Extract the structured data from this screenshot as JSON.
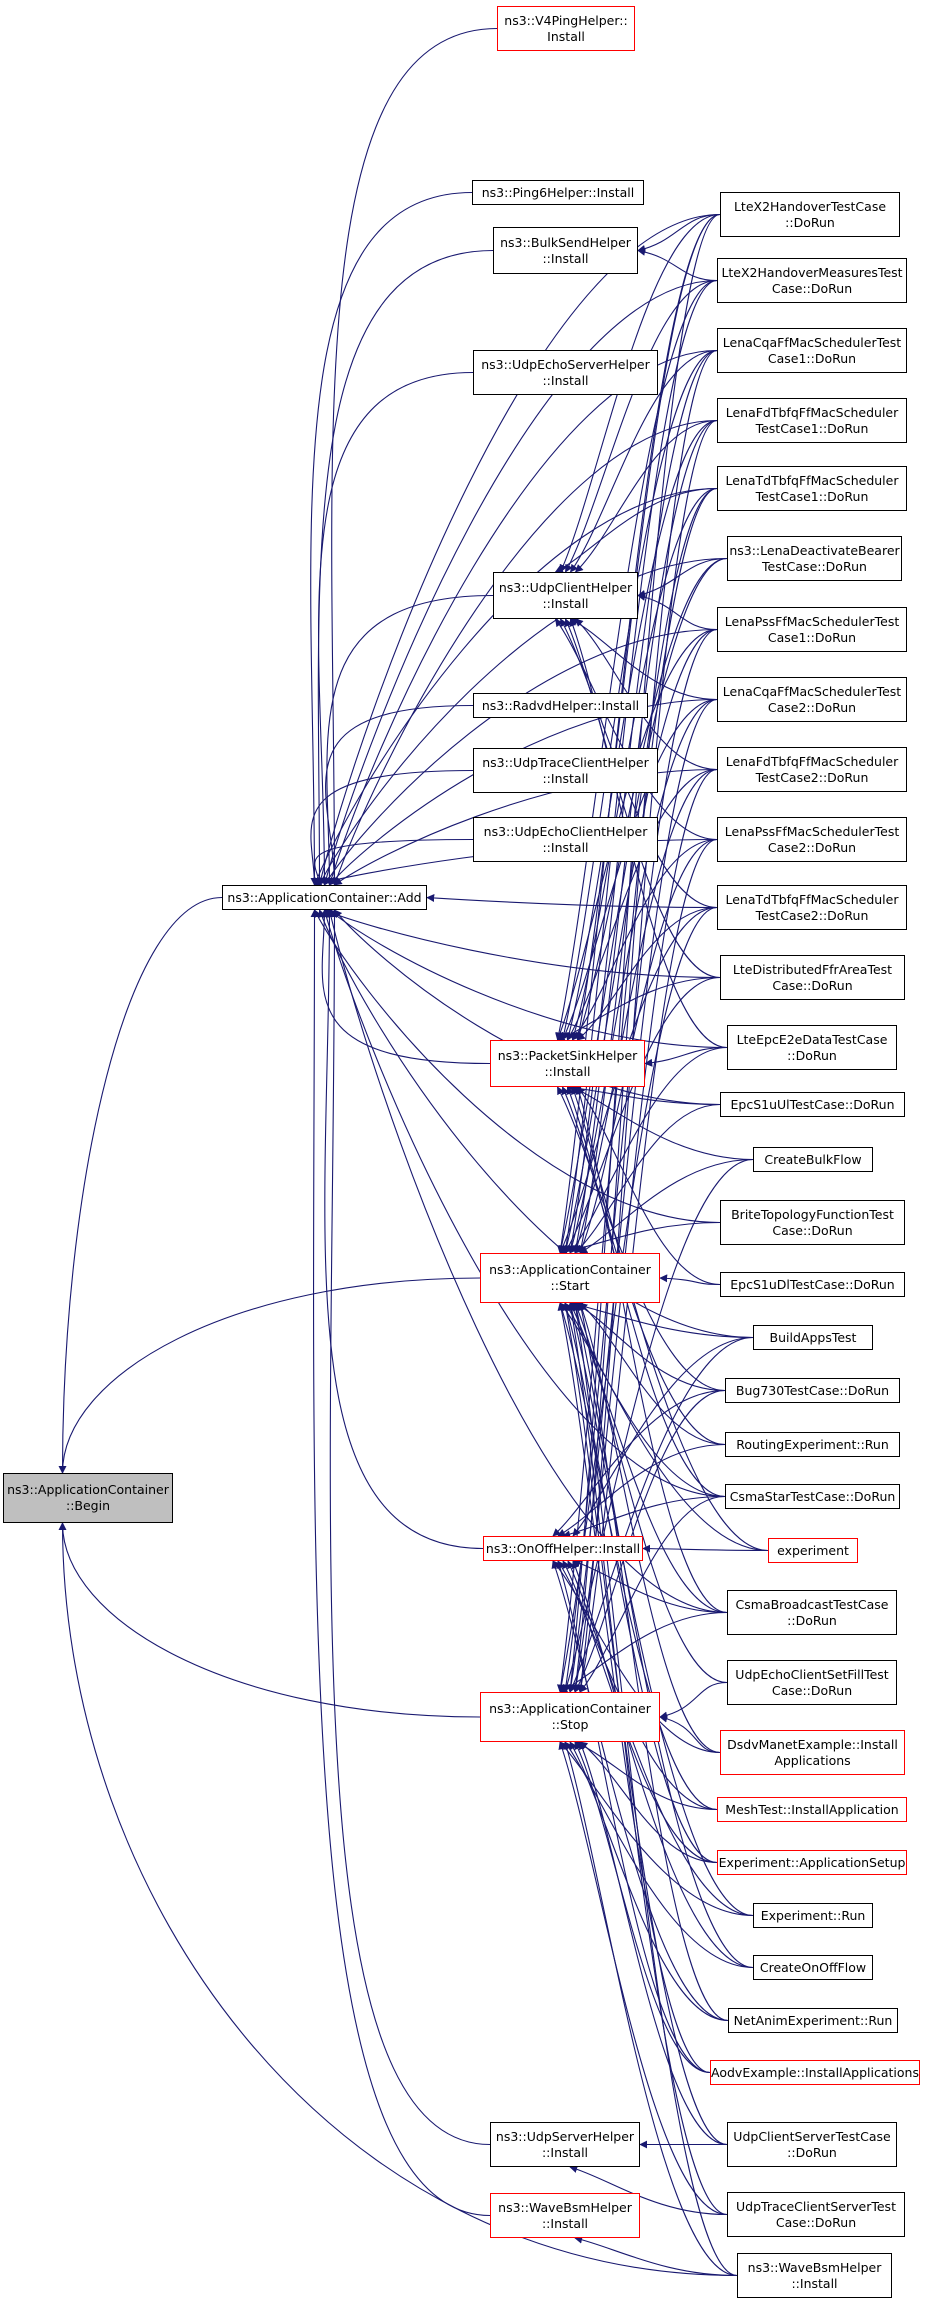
{
  "graph": {
    "colors": {
      "edge": "#191970",
      "node_border": "#000000",
      "link_border": "#ff0000",
      "current_fill": "#bfbfbf"
    },
    "nodes": [
      {
        "id": "begin",
        "label": "ns3::ApplicationContainer\n::Begin"
      },
      {
        "id": "add",
        "label": "ns3::ApplicationContainer::Add"
      },
      {
        "id": "start",
        "label": "ns3::ApplicationContainer\n::Start"
      },
      {
        "id": "stop",
        "label": "ns3::ApplicationContainer\n::Stop"
      },
      {
        "id": "v4ping",
        "label": "ns3::V4PingHelper::\nInstall"
      },
      {
        "id": "ping6",
        "label": "ns3::Ping6Helper::Install"
      },
      {
        "id": "bulksend",
        "label": "ns3::BulkSendHelper\n::Install"
      },
      {
        "id": "udpechoserver",
        "label": "ns3::UdpEchoServerHelper\n::Install"
      },
      {
        "id": "udpclient",
        "label": "ns3::UdpClientHelper\n::Install"
      },
      {
        "id": "radvd",
        "label": "ns3::RadvdHelper::Install"
      },
      {
        "id": "udptraceclient",
        "label": "ns3::UdpTraceClientHelper\n::Install"
      },
      {
        "id": "udpechoclient",
        "label": "ns3::UdpEchoClientHelper\n::Install"
      },
      {
        "id": "packetsink",
        "label": "ns3::PacketSinkHelper\n::Install"
      },
      {
        "id": "onoff",
        "label": "ns3::OnOffHelper::Install"
      },
      {
        "id": "udpserver",
        "label": "ns3::UdpServerHelper\n::Install"
      },
      {
        "id": "wavebsm",
        "label": "ns3::WaveBsmHelper\n::Install"
      },
      {
        "id": "ltex2ho",
        "label": "LteX2HandoverTestCase\n::DoRun"
      },
      {
        "id": "ltex2hom",
        "label": "LteX2HandoverMeasuresTest\nCase::DoRun"
      },
      {
        "id": "cqa1",
        "label": "LenaCqaFfMacSchedulerTest\nCase1::DoRun"
      },
      {
        "id": "fdtbfq1",
        "label": "LenaFdTbfqFfMacScheduler\nTestCase1::DoRun"
      },
      {
        "id": "tdtbfq1",
        "label": "LenaTdTbfqFfMacScheduler\nTestCase1::DoRun"
      },
      {
        "id": "deactivate",
        "label": "ns3::LenaDeactivateBearer\nTestCase::DoRun"
      },
      {
        "id": "pss1",
        "label": "LenaPssFfMacSchedulerTest\nCase1::DoRun"
      },
      {
        "id": "cqa2",
        "label": "LenaCqaFfMacSchedulerTest\nCase2::DoRun"
      },
      {
        "id": "fdtbfq2",
        "label": "LenaFdTbfqFfMacScheduler\nTestCase2::DoRun"
      },
      {
        "id": "pss2",
        "label": "LenaPssFfMacSchedulerTest\nCase2::DoRun"
      },
      {
        "id": "tdtbfq2",
        "label": "LenaTdTbfqFfMacScheduler\nTestCase2::DoRun"
      },
      {
        "id": "ltedistffr",
        "label": "LteDistributedFfrAreaTest\nCase::DoRun"
      },
      {
        "id": "lteepce2e",
        "label": "LteEpcE2eDataTestCase\n::DoRun"
      },
      {
        "id": "epcs1uul",
        "label": "EpcS1uUlTestCase::DoRun"
      },
      {
        "id": "createbulk",
        "label": "CreateBulkFlow"
      },
      {
        "id": "brite",
        "label": "BriteTopologyFunctionTest\nCase::DoRun"
      },
      {
        "id": "epcs1udl",
        "label": "EpcS1uDlTestCase::DoRun"
      },
      {
        "id": "buildapps",
        "label": "BuildAppsTest"
      },
      {
        "id": "bug730",
        "label": "Bug730TestCase::DoRun"
      },
      {
        "id": "routingexp",
        "label": "RoutingExperiment::Run"
      },
      {
        "id": "csmastar",
        "label": "CsmaStarTestCase::DoRun"
      },
      {
        "id": "experiment",
        "label": "experiment"
      },
      {
        "id": "csmabcast",
        "label": "CsmaBroadcastTestCase\n::DoRun"
      },
      {
        "id": "udpechofill",
        "label": "UdpEchoClientSetFillTest\nCase::DoRun"
      },
      {
        "id": "dsdv",
        "label": "DsdvManetExample::Install\nApplications"
      },
      {
        "id": "meshtest",
        "label": "MeshTest::InstallApplication"
      },
      {
        "id": "expappsetup",
        "label": "Experiment::ApplicationSetup"
      },
      {
        "id": "exprun",
        "label": "Experiment::Run"
      },
      {
        "id": "createonoff",
        "label": "CreateOnOffFlow"
      },
      {
        "id": "netanim",
        "label": "NetAnimExperiment::Run"
      },
      {
        "id": "aodv",
        "label": "AodvExample::InstallApplications"
      },
      {
        "id": "udpcs",
        "label": "UdpClientServerTestCase\n::DoRun"
      },
      {
        "id": "udptracecs",
        "label": "UdpTraceClientServerTest\nCase::DoRun"
      },
      {
        "id": "wavebsm2",
        "label": "ns3::WaveBsmHelper\n::Install"
      }
    ],
    "edges": [
      [
        "add",
        "begin"
      ],
      [
        "start",
        "begin"
      ],
      [
        "stop",
        "begin"
      ],
      [
        "wavebsm2",
        "begin"
      ],
      [
        "v4ping",
        "add"
      ],
      [
        "ping6",
        "add"
      ],
      [
        "bulksend",
        "add"
      ],
      [
        "udpechoserver",
        "add"
      ],
      [
        "udpclient",
        "add"
      ],
      [
        "radvd",
        "add"
      ],
      [
        "udptraceclient",
        "add"
      ],
      [
        "udpechoclient",
        "add"
      ],
      [
        "packetsink",
        "add"
      ],
      [
        "onoff",
        "add"
      ],
      [
        "udpserver",
        "add"
      ],
      [
        "wavebsm",
        "add"
      ],
      [
        "ltex2ho",
        "add"
      ],
      [
        "ltex2hom",
        "add"
      ],
      [
        "cqa1",
        "add"
      ],
      [
        "fdtbfq1",
        "add"
      ],
      [
        "tdtbfq1",
        "add"
      ],
      [
        "deactivate",
        "add"
      ],
      [
        "pss1",
        "add"
      ],
      [
        "cqa2",
        "add"
      ],
      [
        "fdtbfq2",
        "add"
      ],
      [
        "pss2",
        "add"
      ],
      [
        "tdtbfq2",
        "add"
      ],
      [
        "ltedistffr",
        "add"
      ],
      [
        "lteepce2e",
        "add"
      ],
      [
        "epcs1uul",
        "add"
      ],
      [
        "brite",
        "add"
      ],
      [
        "buildapps",
        "add"
      ],
      [
        "csmastar",
        "add"
      ],
      [
        "csmabcast",
        "add"
      ],
      [
        "ltex2ho",
        "bulksend"
      ],
      [
        "ltex2hom",
        "bulksend"
      ],
      [
        "ltex2ho",
        "udpclient"
      ],
      [
        "ltex2hom",
        "udpclient"
      ],
      [
        "cqa1",
        "udpclient"
      ],
      [
        "fdtbfq1",
        "udpclient"
      ],
      [
        "tdtbfq1",
        "udpclient"
      ],
      [
        "deactivate",
        "udpclient"
      ],
      [
        "pss1",
        "udpclient"
      ],
      [
        "cqa2",
        "udpclient"
      ],
      [
        "fdtbfq2",
        "udpclient"
      ],
      [
        "pss2",
        "udpclient"
      ],
      [
        "tdtbfq2",
        "udpclient"
      ],
      [
        "ltedistffr",
        "udpclient"
      ],
      [
        "lteepce2e",
        "udpclient"
      ],
      [
        "ltex2ho",
        "packetsink"
      ],
      [
        "ltex2hom",
        "packetsink"
      ],
      [
        "cqa1",
        "packetsink"
      ],
      [
        "fdtbfq1",
        "packetsink"
      ],
      [
        "tdtbfq1",
        "packetsink"
      ],
      [
        "deactivate",
        "packetsink"
      ],
      [
        "pss1",
        "packetsink"
      ],
      [
        "cqa2",
        "packetsink"
      ],
      [
        "fdtbfq2",
        "packetsink"
      ],
      [
        "pss2",
        "packetsink"
      ],
      [
        "tdtbfq2",
        "packetsink"
      ],
      [
        "ltedistffr",
        "packetsink"
      ],
      [
        "lteepce2e",
        "packetsink"
      ],
      [
        "epcs1uul",
        "packetsink"
      ],
      [
        "createbulk",
        "packetsink"
      ],
      [
        "epcs1udl",
        "packetsink"
      ],
      [
        "bug730",
        "packetsink"
      ],
      [
        "routingexp",
        "packetsink"
      ],
      [
        "csmastar",
        "packetsink"
      ],
      [
        "experiment",
        "packetsink"
      ],
      [
        "csmabcast",
        "packetsink"
      ],
      [
        "ltex2ho",
        "start"
      ],
      [
        "ltex2hom",
        "start"
      ],
      [
        "cqa1",
        "start"
      ],
      [
        "fdtbfq1",
        "start"
      ],
      [
        "tdtbfq1",
        "start"
      ],
      [
        "deactivate",
        "start"
      ],
      [
        "pss1",
        "start"
      ],
      [
        "cqa2",
        "start"
      ],
      [
        "fdtbfq2",
        "start"
      ],
      [
        "pss2",
        "start"
      ],
      [
        "tdtbfq2",
        "start"
      ],
      [
        "ltedistffr",
        "start"
      ],
      [
        "lteepce2e",
        "start"
      ],
      [
        "epcs1uul",
        "start"
      ],
      [
        "createbulk",
        "start"
      ],
      [
        "brite",
        "start"
      ],
      [
        "epcs1udl",
        "start"
      ],
      [
        "buildapps",
        "start"
      ],
      [
        "bug730",
        "start"
      ],
      [
        "routingexp",
        "start"
      ],
      [
        "csmastar",
        "start"
      ],
      [
        "experiment",
        "start"
      ],
      [
        "csmabcast",
        "start"
      ],
      [
        "udpechofill",
        "start"
      ],
      [
        "dsdv",
        "start"
      ],
      [
        "meshtest",
        "start"
      ],
      [
        "expappsetup",
        "start"
      ],
      [
        "exprun",
        "start"
      ],
      [
        "createonoff",
        "start"
      ],
      [
        "netanim",
        "start"
      ],
      [
        "aodv",
        "start"
      ],
      [
        "udpcs",
        "start"
      ],
      [
        "udptracecs",
        "start"
      ],
      [
        "wavebsm2",
        "start"
      ],
      [
        "buildapps",
        "onoff"
      ],
      [
        "bug730",
        "onoff"
      ],
      [
        "routingexp",
        "onoff"
      ],
      [
        "csmastar",
        "onoff"
      ],
      [
        "experiment",
        "onoff"
      ],
      [
        "csmabcast",
        "onoff"
      ],
      [
        "dsdv",
        "onoff"
      ],
      [
        "meshtest",
        "onoff"
      ],
      [
        "expappsetup",
        "onoff"
      ],
      [
        "exprun",
        "onoff"
      ],
      [
        "createonoff",
        "onoff"
      ],
      [
        "netanim",
        "onoff"
      ],
      [
        "aodv",
        "onoff"
      ],
      [
        "ltex2ho",
        "stop"
      ],
      [
        "cqa1",
        "stop"
      ],
      [
        "fdtbfq1",
        "stop"
      ],
      [
        "tdtbfq1",
        "stop"
      ],
      [
        "pss1",
        "stop"
      ],
      [
        "cqa2",
        "stop"
      ],
      [
        "fdtbfq2",
        "stop"
      ],
      [
        "pss2",
        "stop"
      ],
      [
        "tdtbfq2",
        "stop"
      ],
      [
        "createbulk",
        "stop"
      ],
      [
        "buildapps",
        "stop"
      ],
      [
        "bug730",
        "stop"
      ],
      [
        "csmastar",
        "stop"
      ],
      [
        "csmabcast",
        "stop"
      ],
      [
        "udpechofill",
        "stop"
      ],
      [
        "dsdv",
        "stop"
      ],
      [
        "meshtest",
        "stop"
      ],
      [
        "expappsetup",
        "stop"
      ],
      [
        "exprun",
        "stop"
      ],
      [
        "createonoff",
        "stop"
      ],
      [
        "netanim",
        "stop"
      ],
      [
        "aodv",
        "stop"
      ],
      [
        "udpcs",
        "stop"
      ],
      [
        "udptracecs",
        "stop"
      ],
      [
        "wavebsm2",
        "stop"
      ],
      [
        "udpcs",
        "udpserver"
      ],
      [
        "udptracecs",
        "udpserver"
      ],
      [
        "wavebsm2",
        "wavebsm"
      ]
    ]
  }
}
